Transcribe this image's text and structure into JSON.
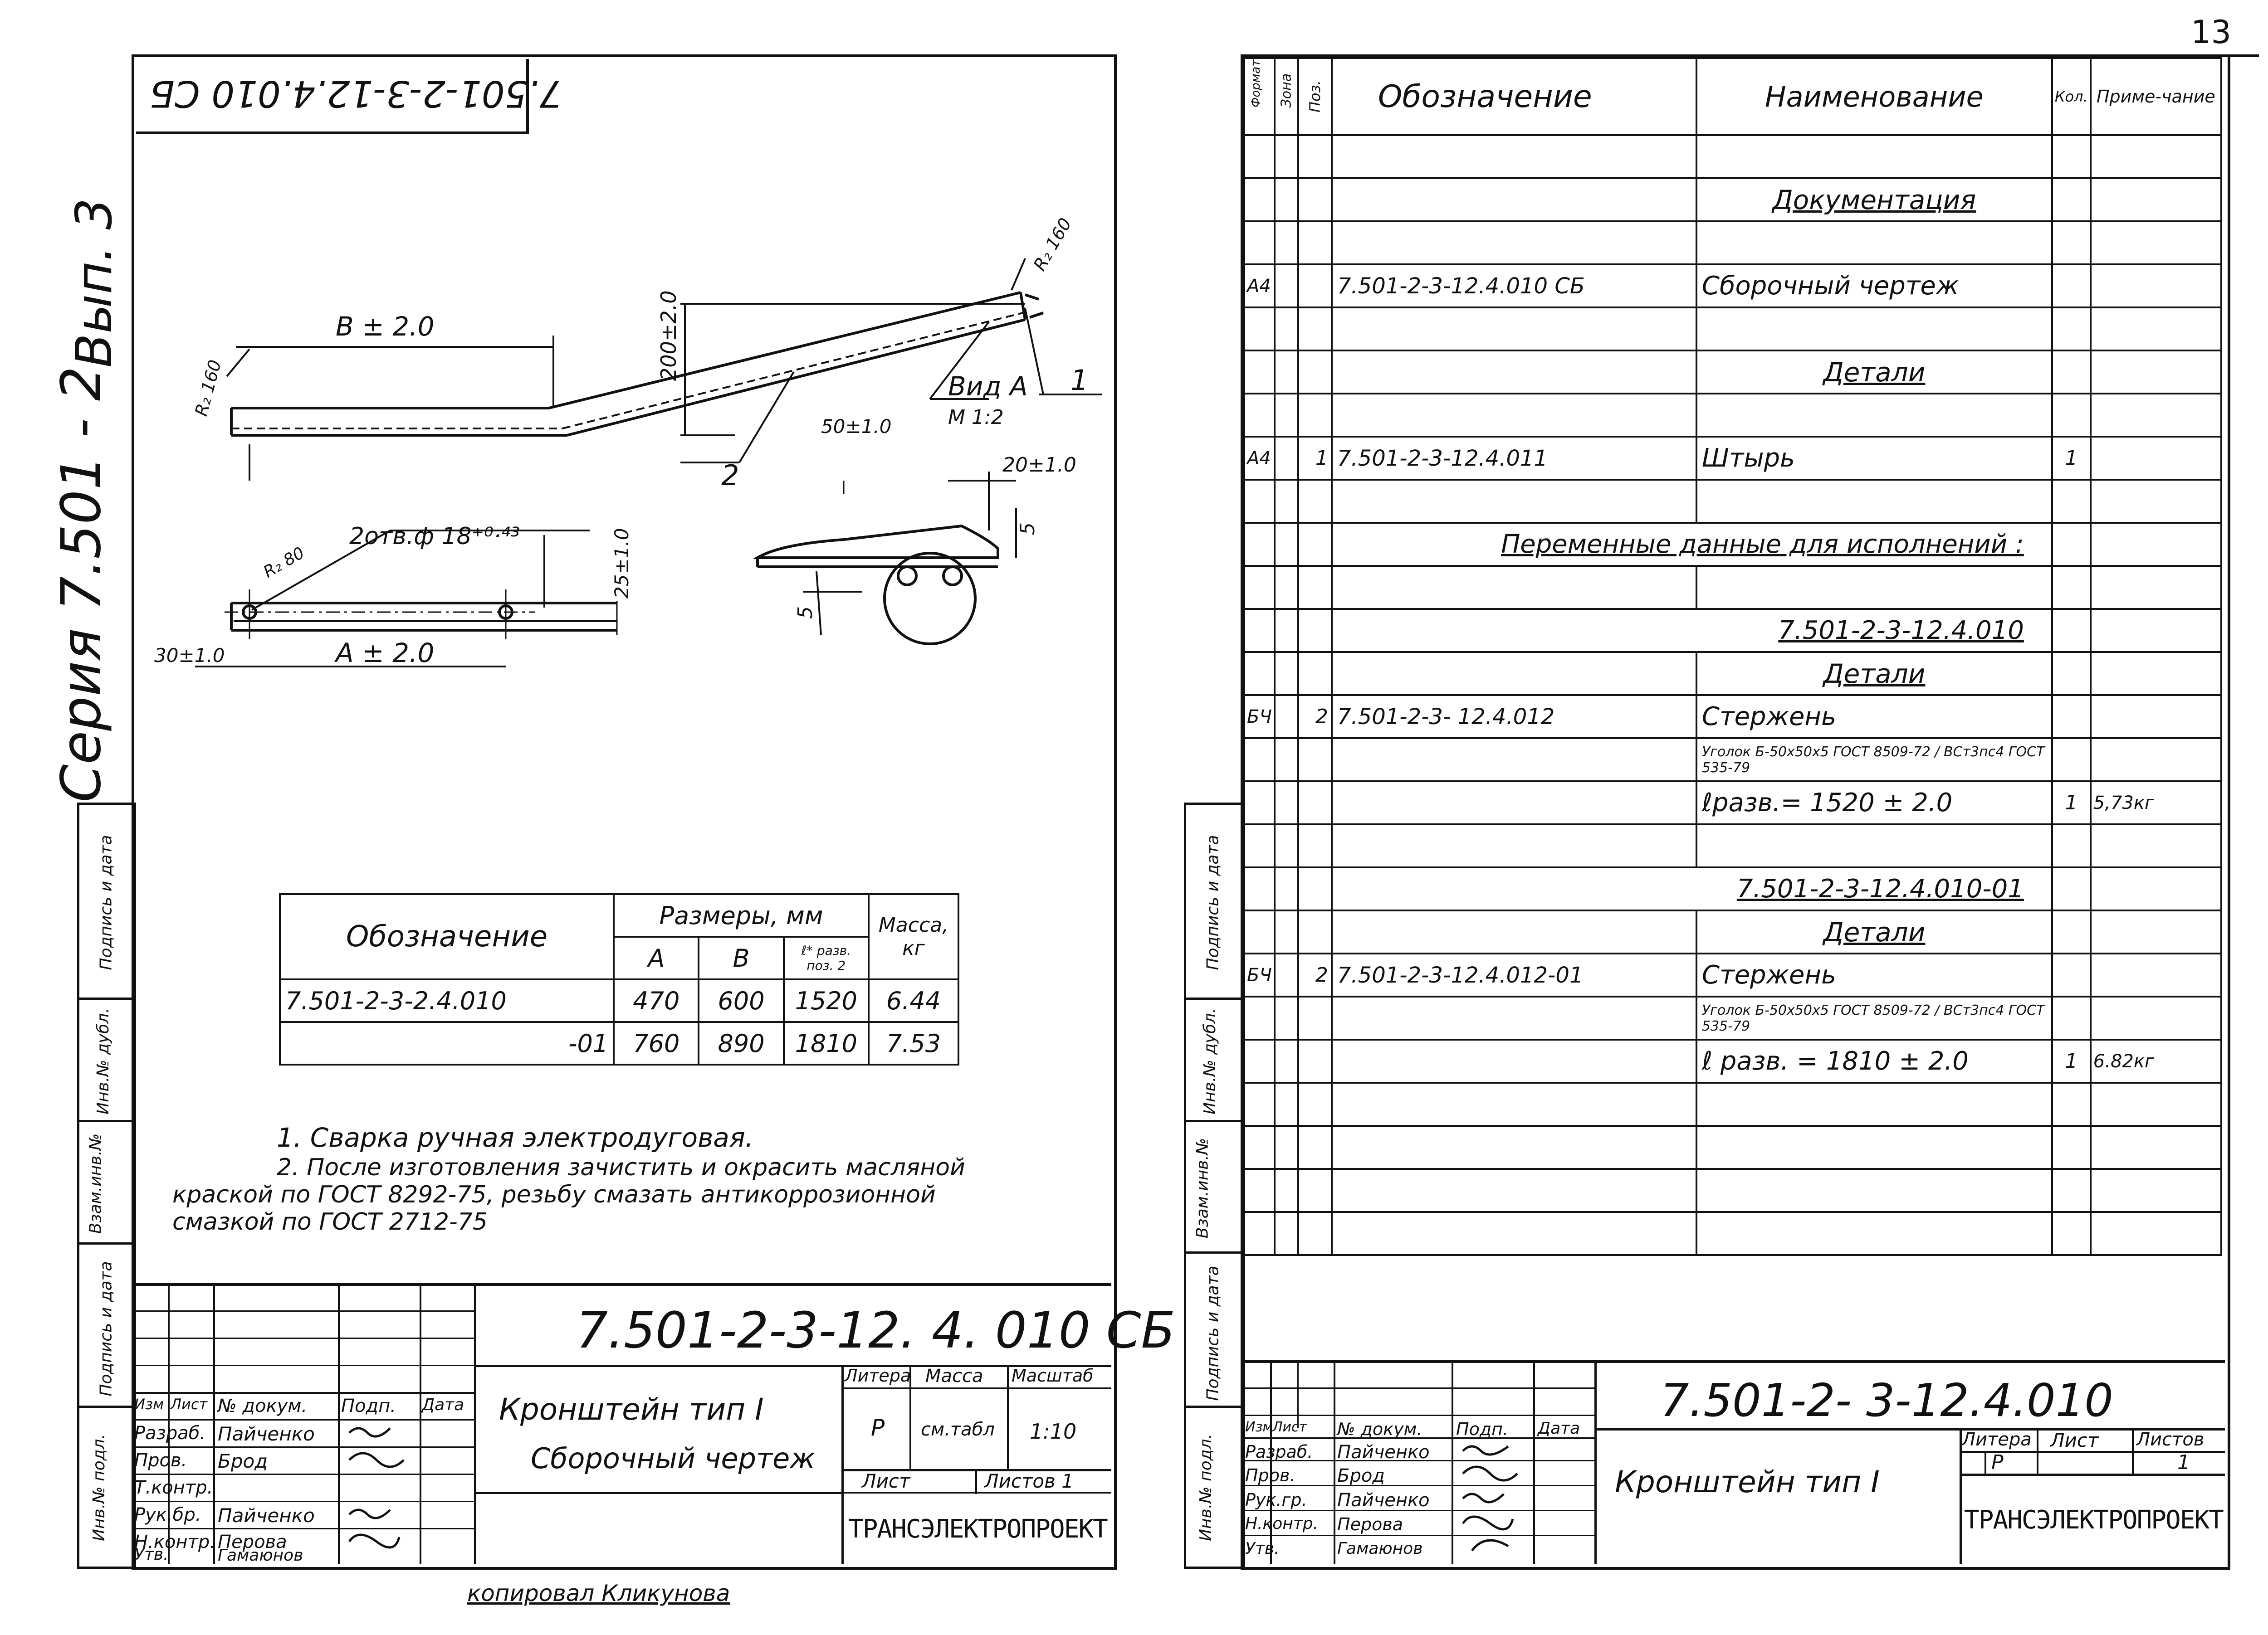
{
  "left": {
    "header_code": "7.501-2-3-12.4.010 СБ",
    "side_series": "Серия  7.501 - 2",
    "side_issue": "Вып. 3",
    "drawing": {
      "dim_b": "B ± 2.0",
      "dim_200": "200±2.0",
      "radius_top": "R₂ 160",
      "radius_left": "R₂ 160",
      "view_a": "Вид А",
      "scale_a": "М 1:2",
      "dim_50": "50±1.0",
      "dim_20": "20±1.0",
      "dim_5a": "5",
      "dim_5b": "5",
      "pos1": "1",
      "pos2": "2",
      "radius_80": "R₂ 80",
      "holes": "2отв.ф 18⁺⁰·⁴³",
      "dim_25": "25±1.0",
      "dim_30": "30±1.0",
      "dim_a": "A ± 2.0"
    },
    "size_table": {
      "col_designation": "Обозначение",
      "col_sizes": "Размеры, мм",
      "col_mass": "Масса, кг",
      "sub_a": "А",
      "sub_b": "В",
      "sub_l": "ℓ* разв. поз. 2",
      "rows": [
        {
          "designation": "7.501-2-3-2.4.010",
          "a": "470",
          "b": "600",
          "l": "1520",
          "mass": "6.44"
        },
        {
          "designation": "-01",
          "a": "760",
          "b": "890",
          "l": "1810",
          "mass": "7.53"
        }
      ]
    },
    "notes": [
      "1. Сварка ручная электродуговая.",
      "2. После изготовления зачистить и окрасить масляной",
      "краской по ГОСТ 8292-75, резьбу смазать антикоррозионной",
      "смазкой по ГОСТ 2712-75"
    ],
    "title_block": {
      "code": "7.501-2-3-12. 4. 010 СБ",
      "name1": "Кронштейн тип I",
      "name2": "Сборочный чертеж",
      "h_izm": "Изм",
      "h_list": "Лист",
      "h_doc": "№ докум.",
      "h_sign": "Подп.",
      "h_date": "Дата",
      "roles": [
        "Разраб.",
        "Пров.",
        "Т.контр.",
        "Рук.бр.",
        "Н.контр.",
        "Утв."
      ],
      "names": [
        "Пайченко",
        "Брод",
        "",
        "Пайченко",
        "Перова",
        "Гамаюнов"
      ],
      "litera": "Литера",
      "massa": "Масса",
      "masshtab": "Масштаб",
      "litera_val": "Р",
      "massa_val": "см.табл",
      "masshtab_val": "1:10",
      "list": "Лист",
      "listov": "Листов 1",
      "org": "ТРАНСЭЛЕКТРОПРОЕКТ"
    },
    "footer": "копировал Кликунова",
    "side_labels": [
      "Подпись и дата",
      "Инв.№ дубл.",
      "Взам.инв.№",
      "Подпись и дата",
      "Инв.№ подл."
    ]
  },
  "right": {
    "page_no": "13",
    "header": {
      "format": "Формат",
      "zone": "Зона",
      "pos": "Поз.",
      "designation": "Обозначение",
      "name": "Наименование",
      "qty": "Кол.",
      "note": "Приме-чание"
    },
    "rows": [
      {
        "f": "",
        "p": "",
        "d": "",
        "n": "",
        "q": "",
        "r": ""
      },
      {
        "f": "",
        "p": "",
        "d": "",
        "n": "Документация",
        "q": "",
        "r": "",
        "u": true
      },
      {
        "f": "",
        "p": "",
        "d": "",
        "n": "",
        "q": "",
        "r": ""
      },
      {
        "f": "А4",
        "p": "",
        "d": "7.501-2-3-12.4.010 СБ",
        "n": "Сборочный чертеж",
        "q": "",
        "r": ""
      },
      {
        "f": "",
        "p": "",
        "d": "",
        "n": "",
        "q": "",
        "r": ""
      },
      {
        "f": "",
        "p": "",
        "d": "",
        "n": "Детали",
        "q": "",
        "r": "",
        "u": true
      },
      {
        "f": "",
        "p": "",
        "d": "",
        "n": "",
        "q": "",
        "r": ""
      },
      {
        "f": "А4",
        "p": "1",
        "d": "7.501-2-3-12.4.011",
        "n": "Штырь",
        "q": "1",
        "r": ""
      },
      {
        "f": "",
        "p": "",
        "d": "",
        "n": "",
        "q": "",
        "r": ""
      },
      {
        "f": "",
        "p": "",
        "d": "",
        "wide": "Переменные данные для исполнений :",
        "q": "",
        "r": "",
        "u": true
      },
      {
        "f": "",
        "p": "",
        "d": "",
        "n": "",
        "q": "",
        "r": ""
      },
      {
        "f": "",
        "p": "",
        "d": "",
        "wide": "7.501-2-3-12.4.010",
        "q": "",
        "r": "",
        "u": true
      },
      {
        "f": "",
        "p": "",
        "d": "",
        "n": "Детали",
        "q": "",
        "r": "",
        "u": true
      },
      {
        "f": "БЧ",
        "p": "2",
        "d": "7.501-2-3- 12.4.012",
        "n": "Стержень",
        "q": "",
        "r": ""
      },
      {
        "f": "",
        "p": "",
        "d": "",
        "n": "Уголок Б-50x50x5 ГОСТ 8509-72 / ВСт3пс4 ГОСТ 535-79",
        "q": "",
        "r": ""
      },
      {
        "f": "",
        "p": "",
        "d": "",
        "n": "ℓразв.= 1520 ± 2.0",
        "q": "1",
        "r": "5,73кг"
      },
      {
        "f": "",
        "p": "",
        "d": "",
        "n": "",
        "q": "",
        "r": ""
      },
      {
        "f": "",
        "p": "",
        "d": "",
        "wide": "7.501-2-3-12.4.010-01",
        "q": "",
        "r": "",
        "u": true
      },
      {
        "f": "",
        "p": "",
        "d": "",
        "n": "Детали",
        "q": "",
        "r": "",
        "u": true
      },
      {
        "f": "БЧ",
        "p": "2",
        "d": "7.501-2-3-12.4.012-01",
        "n": "Стержень",
        "q": "",
        "r": ""
      },
      {
        "f": "",
        "p": "",
        "d": "",
        "n": "Уголок Б-50x50x5 ГОСТ 8509-72 / ВСт3пс4 ГОСТ 535-79",
        "q": "",
        "r": ""
      },
      {
        "f": "",
        "p": "",
        "d": "",
        "n": "ℓ разв. = 1810 ± 2.0",
        "q": "1",
        "r": "6.82кг"
      },
      {
        "f": "",
        "p": "",
        "d": "",
        "n": "",
        "q": "",
        "r": ""
      },
      {
        "f": "",
        "p": "",
        "d": "",
        "n": "",
        "q": "",
        "r": ""
      },
      {
        "f": "",
        "p": "",
        "d": "",
        "n": "",
        "q": "",
        "r": ""
      },
      {
        "f": "",
        "p": "",
        "d": "",
        "n": "",
        "q": "",
        "r": ""
      }
    ],
    "title_block": {
      "code": "7.501-2- 3-12.4.010",
      "name": "Кронштейн тип I",
      "h_izm": "Изм",
      "h_list": "Лист",
      "h_doc": "№ докум.",
      "h_sign": "Подп.",
      "h_date": "Дата",
      "roles": [
        "Разраб.",
        "Пров.",
        "Рук.гр.",
        "Н.контр.",
        "Утв."
      ],
      "names": [
        "Пайченко",
        "Брод",
        "Пайченко",
        "Перова",
        "Гамаюнов"
      ],
      "litera": "Литера",
      "list": "Лист",
      "listov": "Листов",
      "litera_val": "Р",
      "listov_val": "1",
      "org": "ТРАНСЭЛЕКТРОПРОЕКТ"
    },
    "side_labels": [
      "Подпись и дата",
      "Инв.№ дубл.",
      "Взам.инв.№",
      "Подпись и дата",
      "Инв.№ подл."
    ]
  }
}
